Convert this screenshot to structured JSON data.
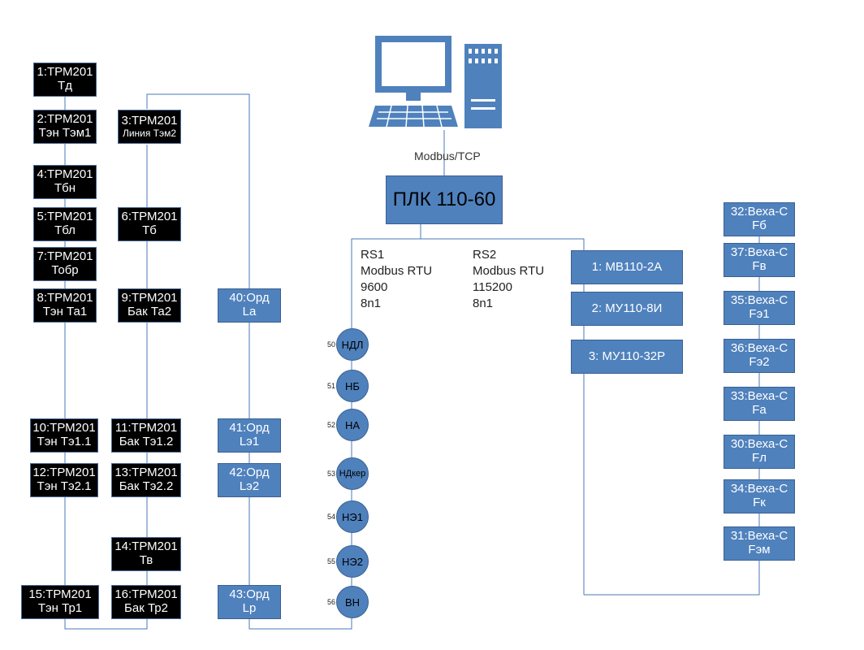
{
  "computer": {
    "icon": "computer-icon"
  },
  "protocol_label": "Modbus/TCP",
  "plc": {
    "label": "ПЛК 110-60"
  },
  "rs1": {
    "line1": "RS1",
    "line2": "Modbus RTU",
    "line3": "9600",
    "line4": "8n1"
  },
  "rs2": {
    "line1": "RS2",
    "line2": "Modbus RTU",
    "line3": "115200",
    "line4": "8n1"
  },
  "trm": [
    {
      "id": "trm-1",
      "line1": "1:ТРМ201",
      "line2": "Тд"
    },
    {
      "id": "trm-2",
      "line1": "2:ТРМ201",
      "line2": "Тэн Тэм1"
    },
    {
      "id": "trm-3",
      "line1": "3:ТРМ201",
      "line2": "Линия Тэм2"
    },
    {
      "id": "trm-4",
      "line1": "4:ТРМ201",
      "line2": "Тбн"
    },
    {
      "id": "trm-5",
      "line1": "5:ТРМ201",
      "line2": "Тбл"
    },
    {
      "id": "trm-6",
      "line1": "6:ТРМ201",
      "line2": "Тб"
    },
    {
      "id": "trm-7",
      "line1": "7:ТРМ201",
      "line2": "Тобр"
    },
    {
      "id": "trm-8",
      "line1": "8:ТРМ201",
      "line2": "Тэн Та1"
    },
    {
      "id": "trm-9",
      "line1": "9:ТРМ201",
      "line2": "Бак Та2"
    },
    {
      "id": "trm-10",
      "line1": "10:ТРМ201",
      "line2": "Тэн Тэ1.1"
    },
    {
      "id": "trm-11",
      "line1": "11:ТРМ201",
      "line2": "Бак Тэ1.2"
    },
    {
      "id": "trm-12",
      "line1": "12:ТРМ201",
      "line2": "Тэн Тэ2.1"
    },
    {
      "id": "trm-13",
      "line1": "13:ТРМ201",
      "line2": "Бак Тэ2.2"
    },
    {
      "id": "trm-14",
      "line1": "14:ТРМ201",
      "line2": "Тв"
    },
    {
      "id": "trm-15",
      "line1": "15:ТРМ201",
      "line2": "Тэн Тр1"
    },
    {
      "id": "trm-16",
      "line1": "16:ТРМ201",
      "line2": "Бак Тр2"
    }
  ],
  "ord": [
    {
      "id": "ord-40",
      "line1": "40:Орд",
      "line2": "Lа"
    },
    {
      "id": "ord-41",
      "line1": "41:Орд",
      "line2": "Lэ1"
    },
    {
      "id": "ord-42",
      "line1": "42:Орд",
      "line2": "Lэ2"
    },
    {
      "id": "ord-43",
      "line1": "43:Орд",
      "line2": "Lр"
    }
  ],
  "pumps": [
    {
      "id": "pump-ndl",
      "addr": "50",
      "label": "НДЛ"
    },
    {
      "id": "pump-nb",
      "addr": "51",
      "label": "НБ"
    },
    {
      "id": "pump-na",
      "addr": "52",
      "label": "НА"
    },
    {
      "id": "pump-ndker",
      "addr": "53",
      "label": "НДкер"
    },
    {
      "id": "pump-ne1",
      "addr": "54",
      "label": "НЭ1"
    },
    {
      "id": "pump-ne2",
      "addr": "55",
      "label": "НЭ2"
    },
    {
      "id": "pump-vn",
      "addr": "56",
      "label": "ВН"
    }
  ],
  "modules": [
    {
      "id": "module-1",
      "label": "1: МВ110-2А"
    },
    {
      "id": "module-2",
      "label": "2: МУ110-8И"
    },
    {
      "id": "module-3",
      "label": "3: МУ110-32Р"
    }
  ],
  "vexa": [
    {
      "id": "vexa-32",
      "line1": "32:Веха-С",
      "line2": "Fб"
    },
    {
      "id": "vexa-37",
      "line1": "37:Веха-С",
      "line2": "Fв"
    },
    {
      "id": "vexa-35",
      "line1": "35:Веха-С",
      "line2": "Fэ1"
    },
    {
      "id": "vexa-36",
      "line1": "36:Веха-С",
      "line2": "Fэ2"
    },
    {
      "id": "vexa-33",
      "line1": "33:Веха-С",
      "line2": "Fа"
    },
    {
      "id": "vexa-30",
      "line1": "30:Веха-С",
      "line2": "Fл"
    },
    {
      "id": "vexa-34",
      "line1": "34:Веха-С",
      "line2": "Fк"
    },
    {
      "id": "vexa-31",
      "line1": "31:Веха-С",
      "line2": "Fэм"
    }
  ]
}
